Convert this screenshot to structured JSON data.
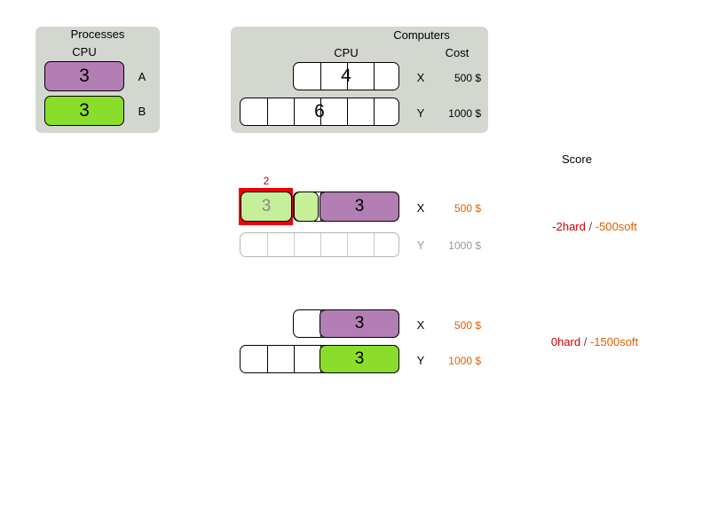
{
  "processes_panel": {
    "title": "Processes",
    "cpu_header": "CPU",
    "items": [
      {
        "name": "A",
        "cpu": "3",
        "color": "#b37eb3"
      },
      {
        "name": "B",
        "cpu": "3",
        "color": "#8ade2b"
      }
    ]
  },
  "computers_panel": {
    "title": "Computers",
    "cpu_header": "CPU",
    "cost_header": "Cost",
    "items": [
      {
        "name": "X",
        "cpu": "4",
        "capacity": 4,
        "cost": "500 $"
      },
      {
        "name": "Y",
        "cpu": "6",
        "capacity": 6,
        "cost": "1000 $"
      }
    ]
  },
  "score_panel": {
    "title": "Score"
  },
  "solutions": [
    {
      "id": "solution-1",
      "rows": [
        {
          "computer": "X",
          "capacity": 4,
          "cost": "500 $",
          "used": true,
          "overflow": {
            "amount": "2",
            "cells": 2
          },
          "blocks": [
            {
              "process": "A",
              "cpu": "3",
              "color": "#c6ef9a",
              "start": 0,
              "span": 2,
              "ghost": true
            },
            {
              "process": "A-extra",
              "cpu": "",
              "color": "#c6ef9a",
              "start": 2,
              "span": 1,
              "ghost": false
            },
            {
              "process": "B",
              "cpu": "3",
              "color": "#b37eb3",
              "start": 3,
              "span": 3,
              "ghost": false
            }
          ]
        },
        {
          "computer": "Y",
          "capacity": 6,
          "cost": "1000 $",
          "used": false,
          "blocks": []
        }
      ],
      "score": {
        "hard": "-2hard",
        "separator": "/",
        "soft": "-500soft"
      }
    },
    {
      "id": "solution-2",
      "rows": [
        {
          "computer": "X",
          "capacity": 4,
          "cost": "500 $",
          "used": true,
          "blocks": [
            {
              "process": "A",
              "cpu": "3",
              "color": "#b37eb3",
              "start": 1,
              "span": 3,
              "ghost": false
            }
          ]
        },
        {
          "computer": "Y",
          "capacity": 6,
          "cost": "1000 $",
          "used": true,
          "blocks": [
            {
              "process": "B",
              "cpu": "3",
              "color": "#8ade2b",
              "start": 3,
              "span": 3,
              "ghost": false
            }
          ]
        }
      ],
      "score": {
        "hard": "0hard",
        "separator": "/",
        "soft": "-1500soft"
      }
    }
  ],
  "colors": {
    "panel_bg": "#d3d7cf",
    "process_a": "#b37eb3",
    "process_b": "#8ade2b",
    "process_a_ghost": "#c6ef9a",
    "overflow_red": "#ee0000",
    "hard_score": "#cc0000",
    "soft_score": "#e06000"
  }
}
